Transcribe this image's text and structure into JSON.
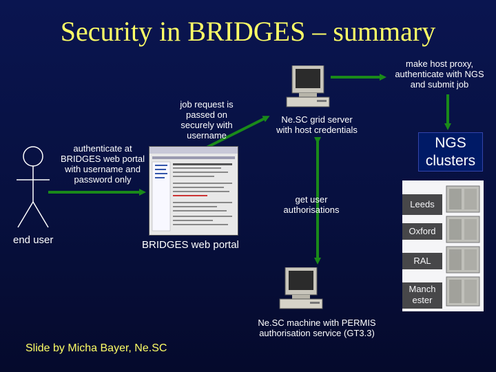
{
  "title": "Security in BRIDGES – summary",
  "labels": {
    "make_proxy": [
      "make host proxy,",
      "authenticate with NGS",
      "and submit job"
    ],
    "job_request": [
      "job request is",
      "passed on",
      "securely with",
      "username"
    ],
    "grid_server": [
      "Ne.SC grid server",
      "with host credentials"
    ],
    "authenticate": [
      "authenticate at",
      "BRIDGES web portal",
      "with username and",
      "password only"
    ],
    "get_auth": [
      "get user",
      "authorisations"
    ],
    "end_user": "end user",
    "portal": "BRIDGES web portal",
    "permis": [
      "Ne.SC machine with PERMIS",
      "authorisation service (GT3.3)"
    ],
    "ngs": [
      "NGS",
      "clusters"
    ],
    "credit": "Slide by Micha Bayer, Ne.SC"
  },
  "sites": [
    "Leeds",
    "Oxford",
    "RAL",
    [
      "Manch",
      "ester"
    ]
  ],
  "colors": {
    "title": "#ffff66",
    "arrow": "#1a8a1a",
    "background": "#07103f"
  }
}
